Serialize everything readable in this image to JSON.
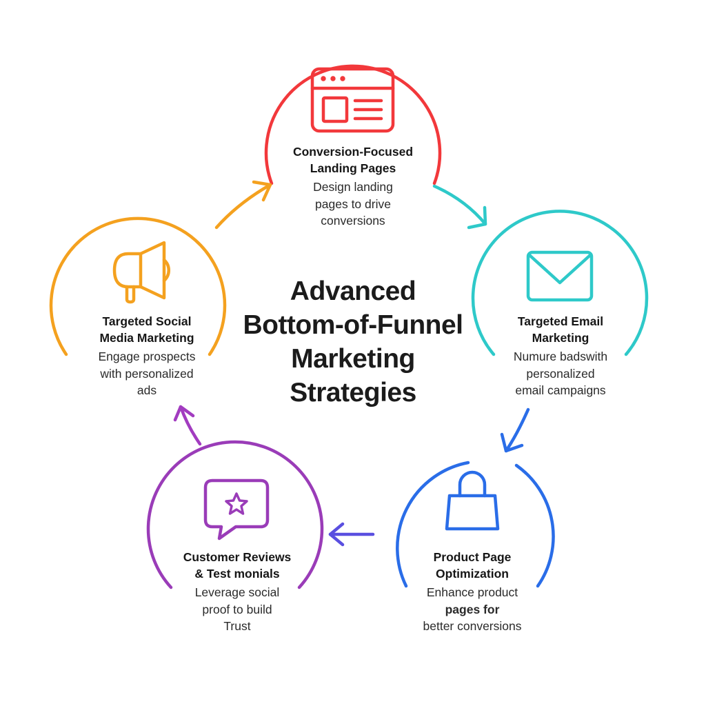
{
  "title_lines": [
    "Advanced",
    "Bottom-of-Funnel",
    "Marketing",
    "Strategies"
  ],
  "colors": {
    "landing": "#f2383b",
    "email": "#2ec9c9",
    "product": "#2a6de8",
    "reviews": "#9a3cb8",
    "social": "#f4a11f",
    "arrow_reviews_to_social": "#a23cc0",
    "arrow_product_to_reviews": "#5a4fe0"
  },
  "nodes": [
    {
      "id": "landing",
      "icon": "browser-window-icon",
      "title_lines": [
        "Conversion-Focused",
        "Landing Pages"
      ],
      "desc_lines": [
        "Design landing",
        "pages to drive",
        "conversions"
      ]
    },
    {
      "id": "email",
      "icon": "envelope-icon",
      "title_lines": [
        "Targeted Email",
        "Marketing"
      ],
      "desc_lines": [
        "Numure badswith",
        "personalized",
        "email campaigns"
      ]
    },
    {
      "id": "product",
      "icon": "shopping-bag-icon",
      "title_lines": [
        "Product Page",
        "Optimization"
      ],
      "desc_lines": [
        "Enhance product",
        "pages for",
        "better conversions"
      ]
    },
    {
      "id": "reviews",
      "icon": "star-speech-bubble-icon",
      "title_lines": [
        "Customer Reviews",
        "& Test monials"
      ],
      "desc_lines": [
        "Leverage social",
        "proof to build",
        "Trust"
      ]
    },
    {
      "id": "social",
      "icon": "megaphone-icon",
      "title_lines": [
        "Targeted Social",
        "Media Marketing"
      ],
      "desc_lines": [
        "Engage prospects",
        "with personalized",
        "ads"
      ]
    }
  ]
}
